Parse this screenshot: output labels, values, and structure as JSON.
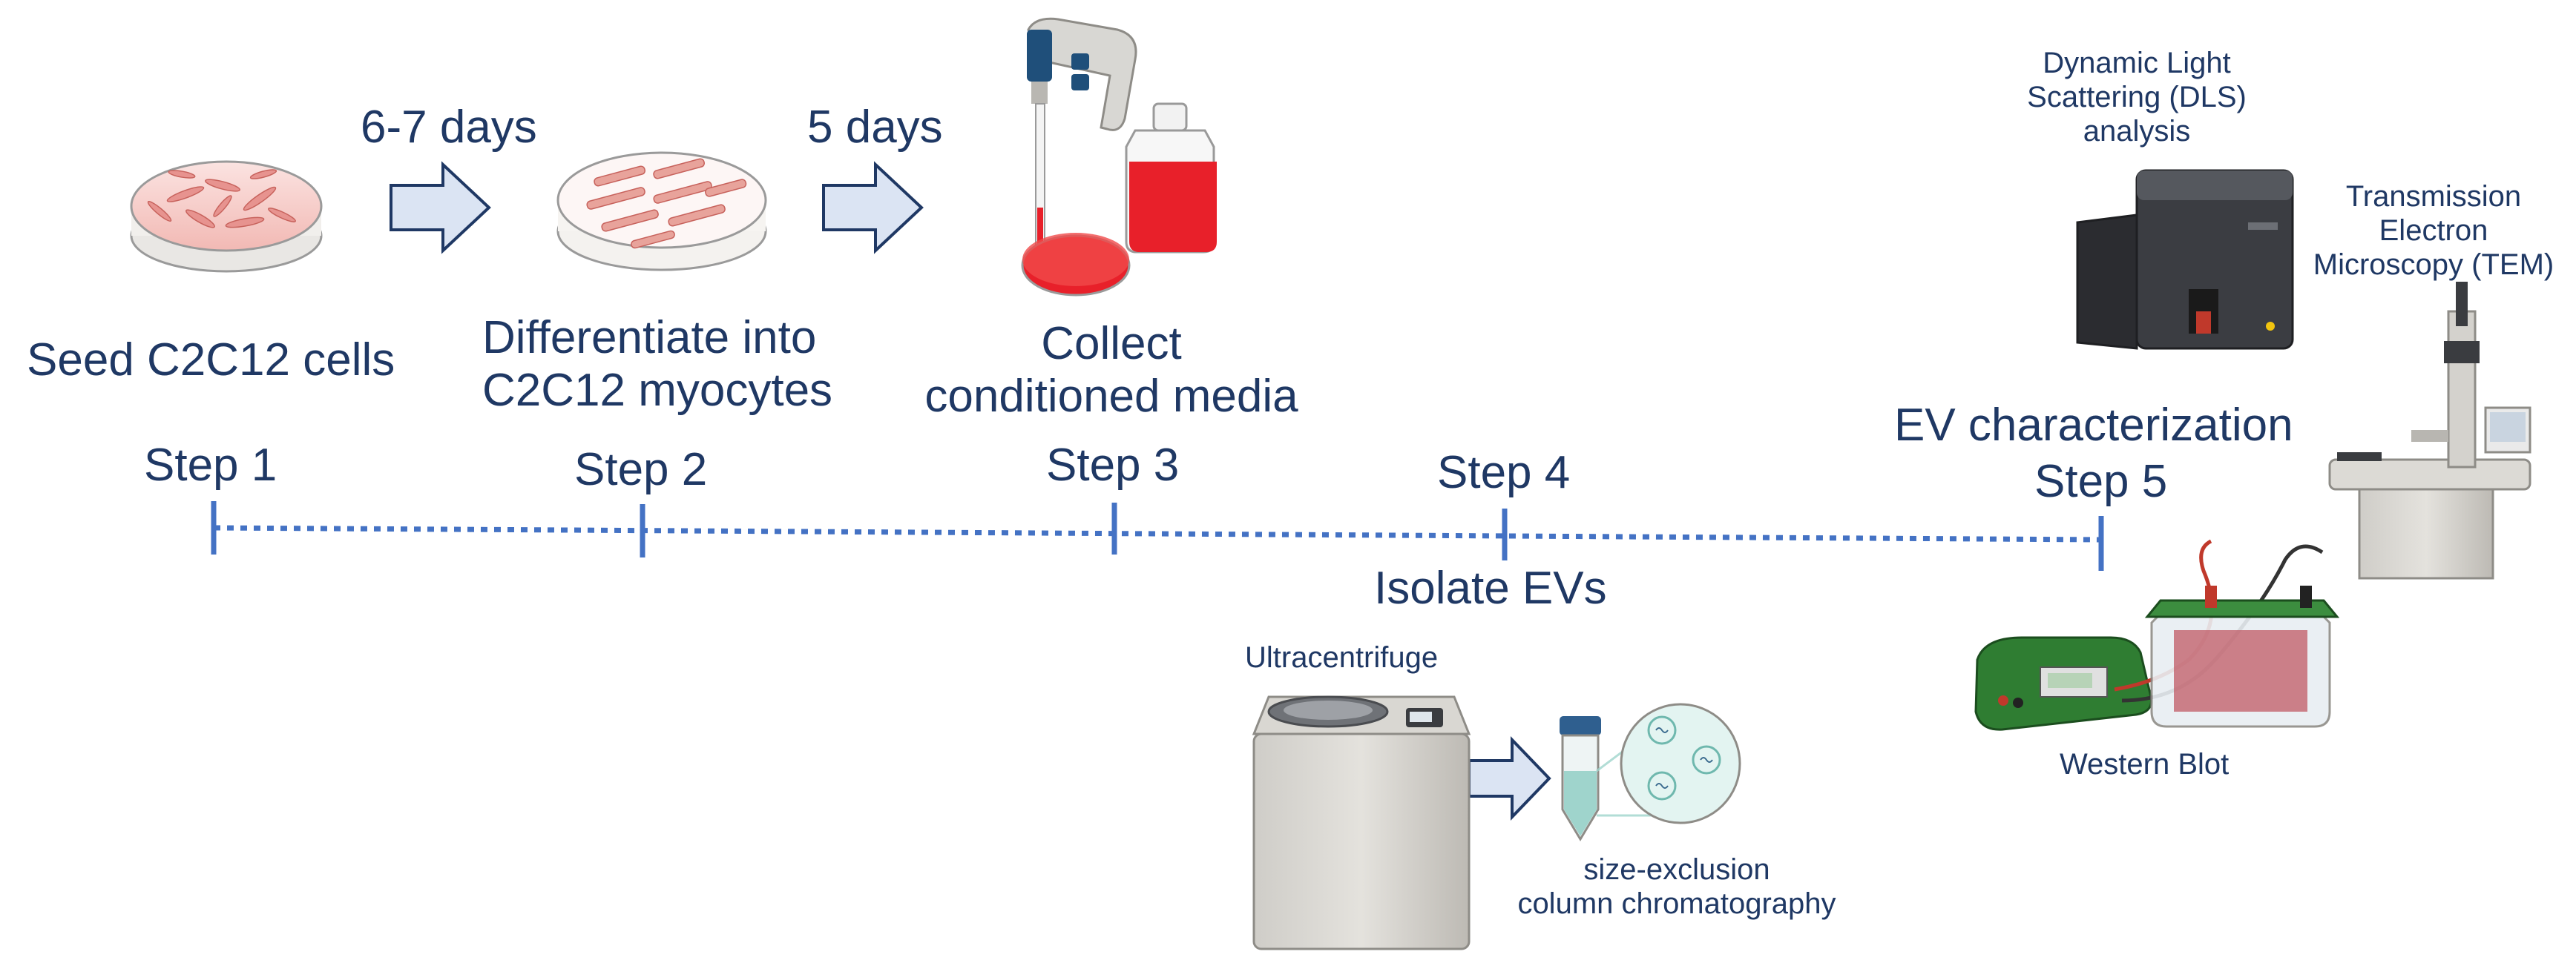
{
  "timeline": {
    "steps": [
      {
        "step_label": "Step 1",
        "title": "Seed C2C12 cells"
      },
      {
        "step_label": "Step 2",
        "title_line1": "Differentiate into",
        "title_line2": "C2C12 myocytes"
      },
      {
        "step_label": "Step 3",
        "title_line1": "Collect",
        "title_line2": "conditioned media"
      },
      {
        "step_label": "Step 4",
        "title": "Isolate EVs"
      },
      {
        "step_label": "Step 5",
        "title": "EV characterization"
      }
    ],
    "durations": [
      "6-7 days",
      "5 days"
    ]
  },
  "isolation": {
    "ultracentrifuge_label": "Ultracentrifuge",
    "sec_line1": "size-exclusion",
    "sec_line2": "column chromatography"
  },
  "characterization": {
    "dls_line1": "Dynamic Light",
    "dls_line2": "Scattering (DLS)",
    "dls_line3": "analysis",
    "tem_line1": "Transmission",
    "tem_line2": "Electron",
    "tem_line3": "Microscopy (TEM)",
    "western_label": "Western Blot"
  },
  "colors": {
    "text": "#1f3864",
    "timeline": "#4472c4",
    "arrow_fill": "#dbe4f3",
    "arrow_stroke": "#1f3864",
    "media_red": "#e8202a",
    "cell_pink": "#e7938f"
  }
}
